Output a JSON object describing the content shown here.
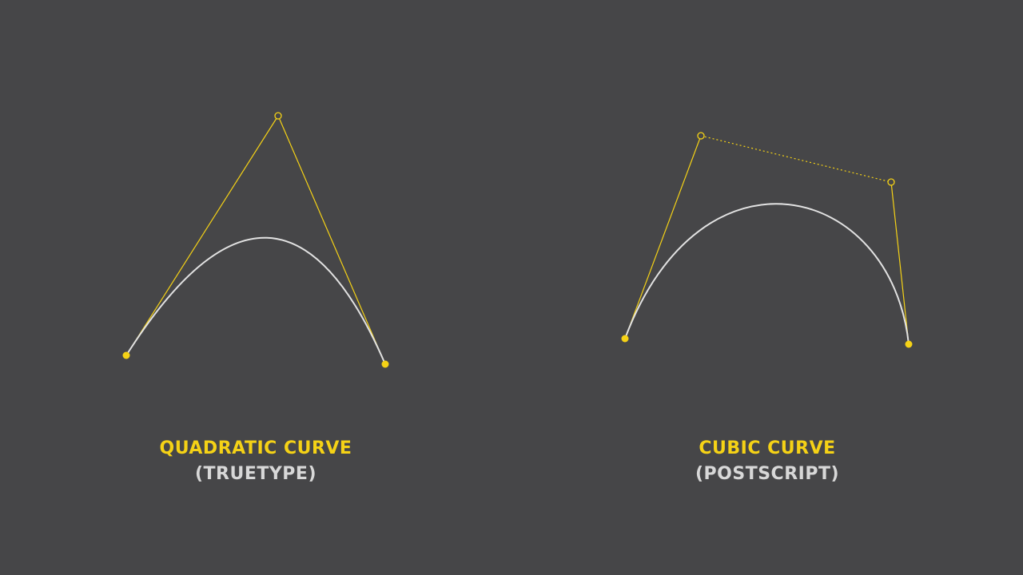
{
  "colors": {
    "background": "#464648",
    "accent": "#f5d216",
    "curve": "#e2e2e2",
    "subtitle": "#d8d8d8"
  },
  "quadratic": {
    "title": "QUADRATIC CURVE",
    "subtitle": "(TRUETYPE)"
  },
  "cubic": {
    "title": "CUBIC CURVE",
    "subtitle": "(POSTSCRIPT)"
  }
}
